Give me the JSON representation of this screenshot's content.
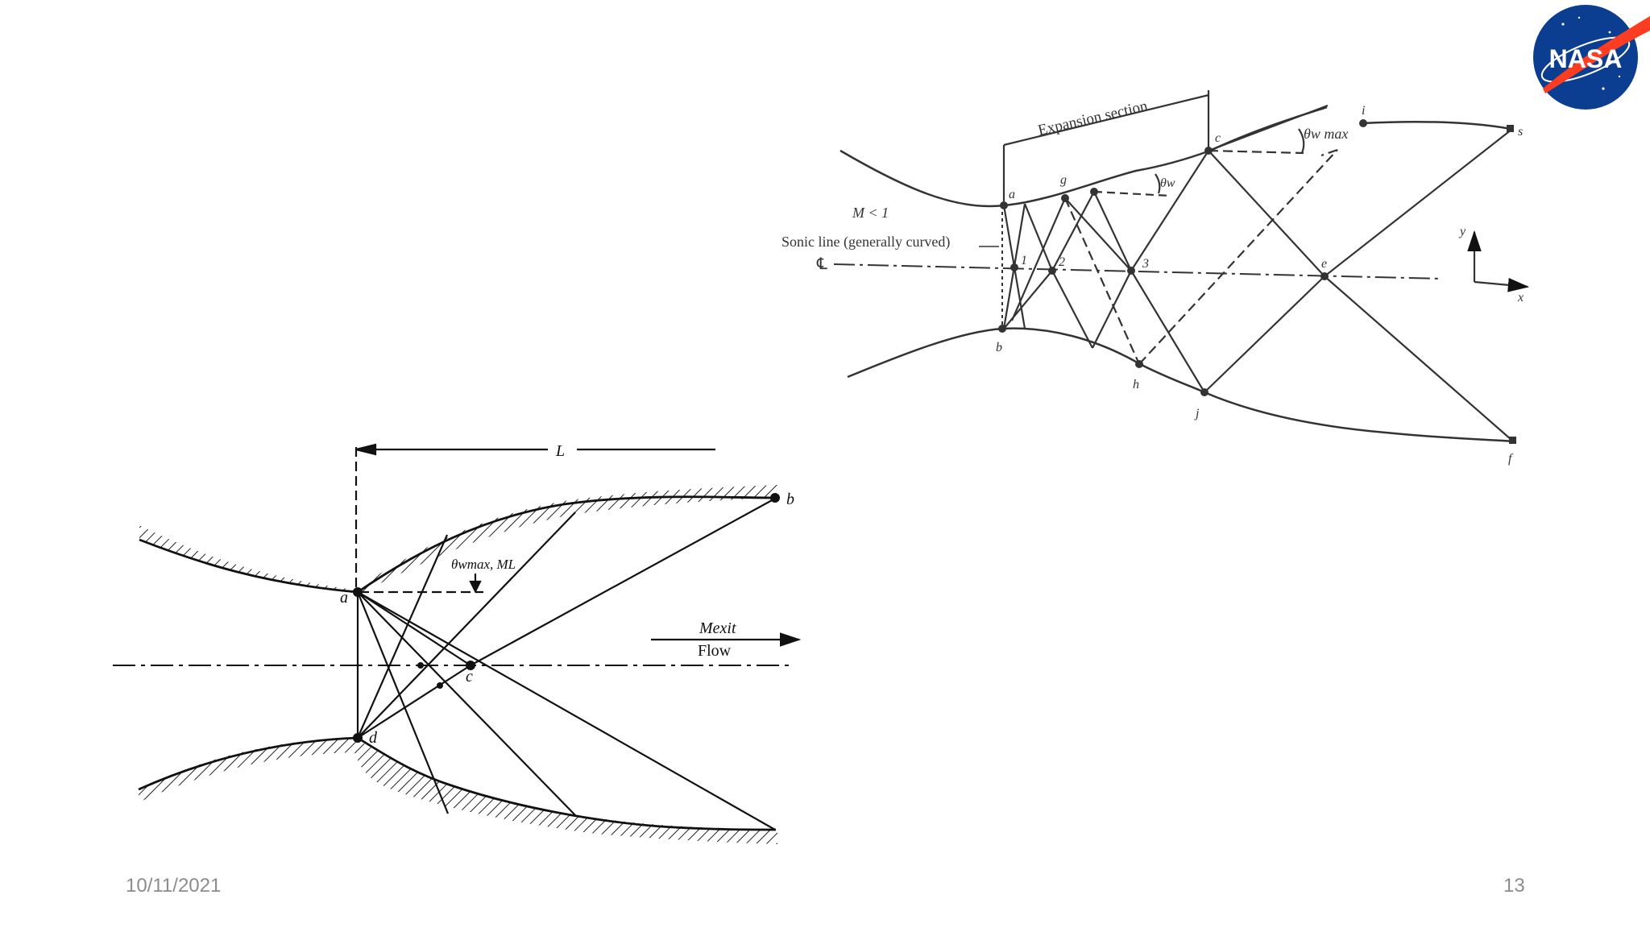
{
  "footer": {
    "date": "10/11/2021",
    "page_number": "13"
  },
  "logo": {
    "text": "NASA",
    "colors": {
      "blue": "#0b3d91",
      "red": "#fc3d21",
      "white": "#ffffff"
    }
  },
  "diagram_top": {
    "expansion_label": "Expansion section",
    "mach_label": "M < 1",
    "sonic_label": "Sonic line (generally curved)",
    "centerline_symbol": "℄",
    "theta_w": "θw",
    "theta_w_max": "θw max",
    "points": {
      "a": "a",
      "b": "b",
      "c": "c",
      "g": "g",
      "h": "h",
      "j": "j",
      "e": "e",
      "i": "i",
      "s": "s",
      "f": "f",
      "p1": "1",
      "p2": "2",
      "p3": "3"
    },
    "axis_y": "y",
    "axis_x": "x"
  },
  "diagram_bottom": {
    "length_label": "L",
    "theta_label": "θwmax, ML",
    "mexit_label": "Mexit",
    "flow_label": "Flow",
    "points": {
      "a": "a",
      "b": "b",
      "c": "c",
      "d": "d"
    }
  }
}
